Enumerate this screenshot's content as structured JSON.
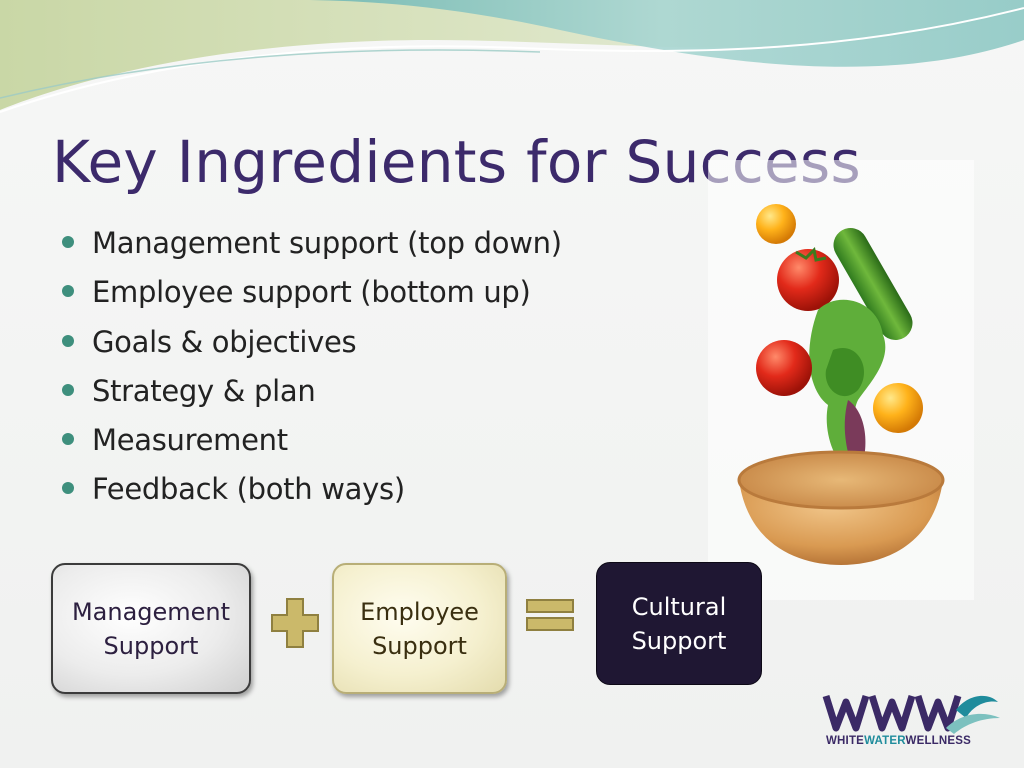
{
  "slide": {
    "title": "Key Ingredients for Success",
    "bullets": [
      "Management support (top down)",
      "Employee support (bottom up)",
      "Goals & objectives",
      "Strategy & plan",
      "Measurement",
      "Feedback (both ways)"
    ]
  },
  "equation": {
    "box1": {
      "line1": "Management",
      "line2": "Support"
    },
    "operator1": "plus-icon",
    "box2": {
      "line1": "Employee",
      "line2": "Support"
    },
    "operator2": "equals-icon",
    "box3": {
      "line1": "Cultural",
      "line2": "Support"
    }
  },
  "logo": {
    "word1": "WHITE",
    "word2": "WATER",
    "word3": "WELLNESS"
  },
  "colors": {
    "title": "#3c2a6b",
    "bullet_dot": "#3e8f7d",
    "result_box": "#1f1733",
    "operator": "#cbb96a",
    "wave_teal": "#7cc1bf"
  }
}
